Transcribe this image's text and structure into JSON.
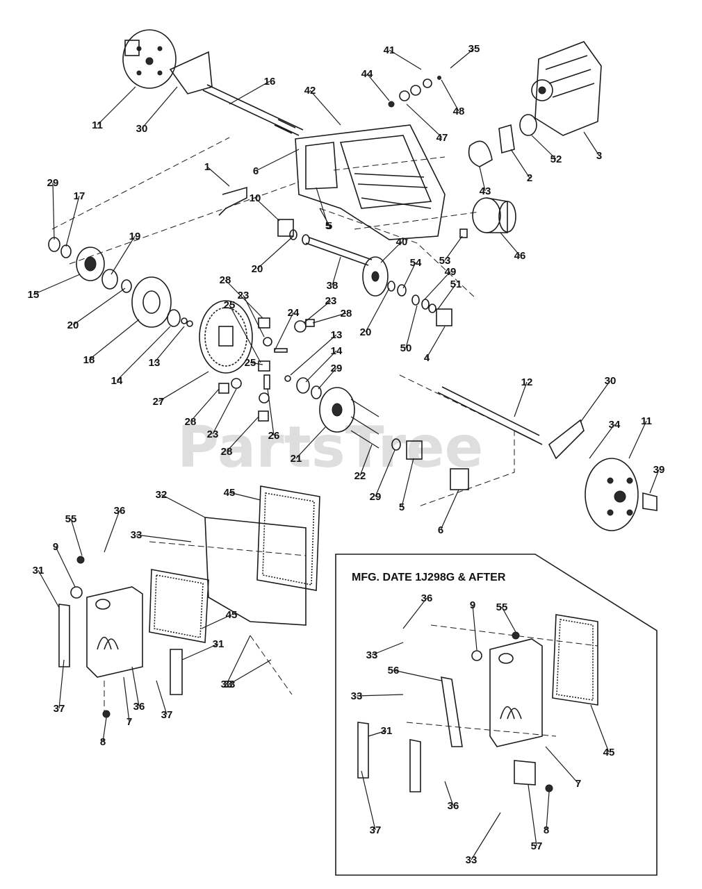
{
  "watermark": "PartsTree",
  "inset_title": "MFG. DATE 1J298G & AFTER",
  "labels": [
    "1",
    "2",
    "3",
    "4",
    "5",
    "5",
    "5",
    "6",
    "6",
    "7",
    "7",
    "8",
    "8",
    "9",
    "9",
    "10",
    "11",
    "11",
    "12",
    "13",
    "13",
    "14",
    "14",
    "15",
    "16",
    "17",
    "18",
    "19",
    "20",
    "20",
    "20",
    "21",
    "22",
    "23",
    "23",
    "23",
    "24",
    "25",
    "25",
    "26",
    "27",
    "28",
    "28",
    "28",
    "28",
    "29",
    "29",
    "29",
    "30",
    "30",
    "31",
    "31",
    "31",
    "32",
    "33",
    "33",
    "33",
    "33",
    "33",
    "33",
    "34",
    "35",
    "36",
    "36",
    "36",
    "36",
    "37",
    "37",
    "37",
    "38",
    "39",
    "40",
    "41",
    "42",
    "43",
    "44",
    "45",
    "45",
    "45",
    "46",
    "47",
    "48",
    "49",
    "50",
    "51",
    "52",
    "53",
    "54",
    "55",
    "55",
    "56",
    "57"
  ]
}
